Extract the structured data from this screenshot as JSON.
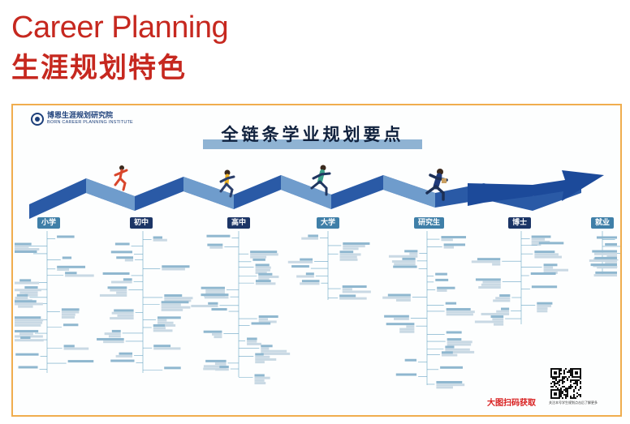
{
  "header": {
    "title_en": "Career Planning",
    "title_cn": "生涯规划特色"
  },
  "poster": {
    "logo_cn": "博恩生涯规划研究院",
    "logo_en": "BORN CAREER PLANNING INSTITUTE",
    "banner_title": "全链条学业规划要点",
    "stages": [
      "小学",
      "初中",
      "高中",
      "大学",
      "研究生",
      "博士",
      "就业"
    ],
    "scan_label": "大图扫码获取",
    "qr_caption": "关注本号学生规划点击后了解更多",
    "colors": {
      "accent_red": "#c6281f",
      "arrow_blue": "#2a5aa6",
      "arrow_light": "#8fb3d3",
      "node_teal": "#3f7fa8",
      "border_orange": "#f0ad4e"
    },
    "icons": [
      "logo-icon",
      "runner-icon",
      "qr-code-icon"
    ]
  }
}
